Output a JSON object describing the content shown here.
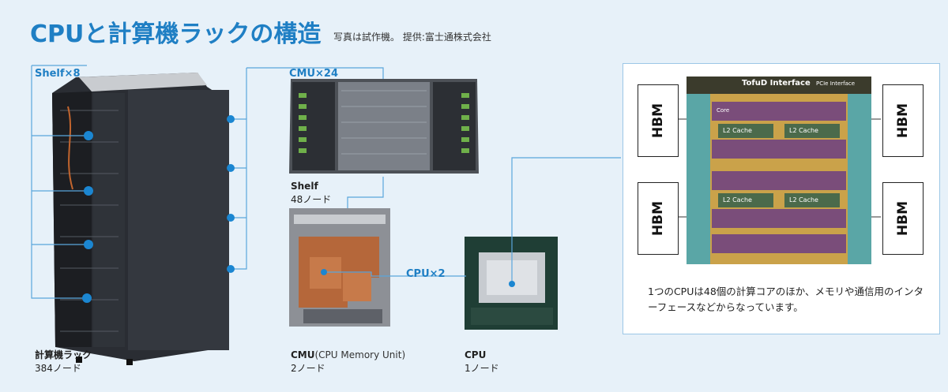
{
  "header": {
    "title": "CPUと計算機ラックの構造",
    "credit": "写真は試作機。 提供:富士通株式会社"
  },
  "callouts": {
    "shelf_count": "Shelf×8",
    "cmu_count": "CMU×24",
    "cpu_count": "CPU×2"
  },
  "captions": {
    "rack": {
      "title": "計算機ラック",
      "nodes": "384ノード"
    },
    "shelf": {
      "title": "Shelf",
      "nodes": "48ノード"
    },
    "cmu": {
      "title": "CMU",
      "subtitle": "(CPU Memory Unit)",
      "nodes": "2ノード"
    },
    "cpu": {
      "title": "CPU",
      "nodes": "1ノード"
    }
  },
  "die": {
    "hbm_labels": [
      "HBM",
      "HBM",
      "HBM",
      "HBM"
    ],
    "top_label": "TofuD Interface",
    "pcie_label": "PCIe Interface",
    "cache_labels": [
      "L2 Cache",
      "L2 Cache",
      "L2 Cache",
      "L2 Cache"
    ],
    "core_label": "Core",
    "note": "1つのCPUは48個の計算コアのほか、メモリや通信用のインターフェースなどからなっています。"
  },
  "colors": {
    "accent": "#1f7fc4",
    "background": "#e7f1f9",
    "connector": "#5aa6dc",
    "dot": "#1b86d1"
  }
}
